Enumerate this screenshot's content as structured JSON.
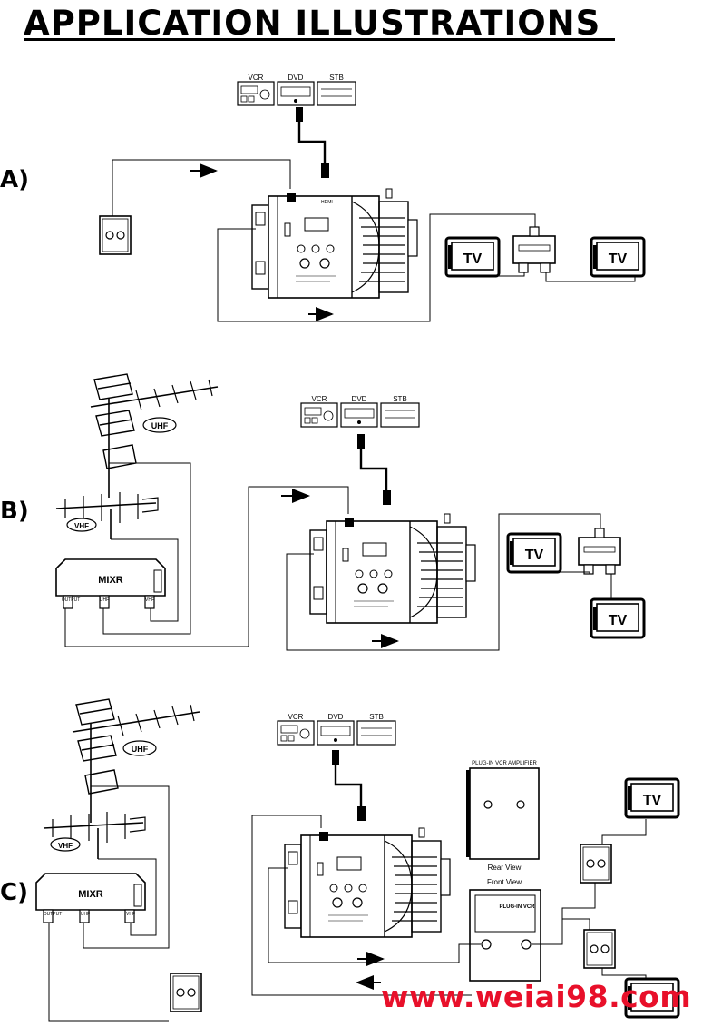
{
  "header": {
    "title": "APPLICATION ILLUSTRATIONS"
  },
  "sections": [
    {
      "id": "A",
      "label": "A)"
    },
    {
      "id": "B",
      "label": "B)"
    },
    {
      "id": "C",
      "label": "C)"
    }
  ],
  "sources": {
    "vcr": "VCR",
    "dvd": "DVD",
    "stb": "STB"
  },
  "tv_label": "TV",
  "modulator": {
    "hdmi_label": "HDMI"
  },
  "antenna": {
    "uhf": "UHF",
    "vhf": "VHF"
  },
  "mixer": {
    "name": "MIXR",
    "output": "OUTPUT",
    "uhf": "UHF",
    "vhf": "VHF"
  },
  "amplifier": {
    "title": "PLUG-IN VCR AMPLIFIER",
    "rear_view": "Rear View",
    "front_view": "Front View",
    "front_label": "PLUG-IN VCR"
  },
  "watermark": "www.weiai98.com"
}
